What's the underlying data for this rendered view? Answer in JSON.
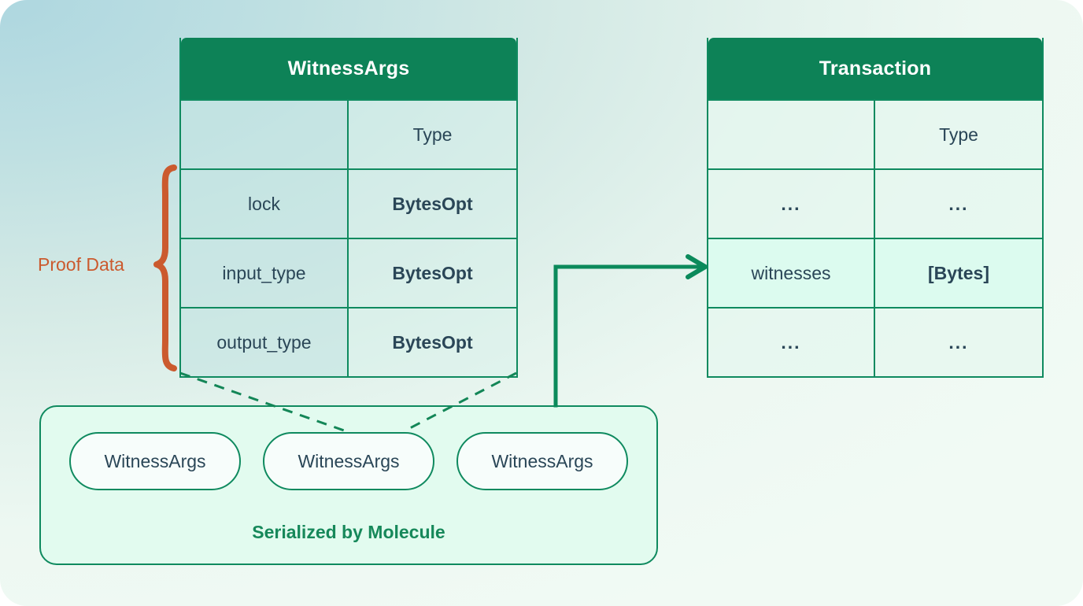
{
  "background": {
    "gradient_from": "#aed7e0",
    "gradient_to": "#f1faf4"
  },
  "colors": {
    "header_green": "#0d8257",
    "border_green": "#0f8a5f",
    "accent_orange": "#cb5a2e",
    "text_navy": "#2a4657",
    "panel_mint": "#e2fbef",
    "highlight_mint": "#dcfbef"
  },
  "witnessargs_table": {
    "title": "WitnessArgs",
    "columns": [
      "",
      "Type"
    ],
    "rows": [
      {
        "name": "",
        "type": "Type"
      },
      {
        "name": "lock",
        "type": "BytesOpt"
      },
      {
        "name": "input_type",
        "type": "BytesOpt"
      },
      {
        "name": "output_type",
        "type": "BytesOpt"
      }
    ]
  },
  "transaction_table": {
    "title": "Transaction",
    "columns": [
      "",
      "Type"
    ],
    "rows": [
      {
        "name": "",
        "type": "Type",
        "highlight": false
      },
      {
        "name": "...",
        "type": "...",
        "highlight": false
      },
      {
        "name": "witnesses",
        "type": "[Bytes]",
        "highlight": true
      },
      {
        "name": "...",
        "type": "...",
        "highlight": false
      }
    ]
  },
  "annotations": {
    "proof_data_label": "Proof Data"
  },
  "serialized_panel": {
    "caption": "Serialized by Molecule",
    "pills": [
      "WitnessArgs",
      "WitnessArgs",
      "WitnessArgs"
    ]
  }
}
